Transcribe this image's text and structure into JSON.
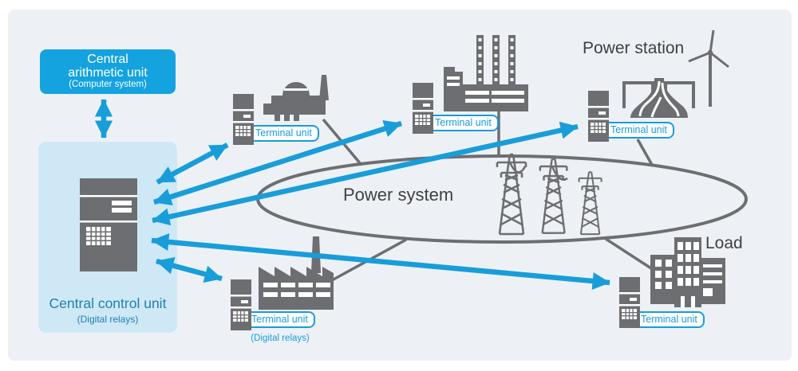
{
  "colors": {
    "accent": "#189dd9",
    "box_blue": "#14a3de",
    "panel_light": "#cfe8f6",
    "canvas_bg": "#edf1f6",
    "icon_gray": "#6d6e71",
    "heading_text": "#404042",
    "control_text": "#1f7fb0"
  },
  "central_arithmetic_unit": {
    "title": "Central arithmetic unit",
    "subtitle": "(Computer system)"
  },
  "central_control_unit": {
    "title": "Central control unit",
    "subtitle": "(Digital relays)"
  },
  "power_system_label": "Power system",
  "power_station_label": "Power station",
  "load_label": "Load",
  "terminals": [
    {
      "site": "nuclear-plant",
      "label": "Terminal unit"
    },
    {
      "site": "thermal-plant",
      "label": "Terminal unit"
    },
    {
      "site": "power-station",
      "label": "Terminal unit"
    },
    {
      "site": "load-buildings",
      "label": "Terminal unit"
    },
    {
      "site": "factory",
      "label": "Terminal unit",
      "subtitle": "(Digital relays)"
    }
  ]
}
